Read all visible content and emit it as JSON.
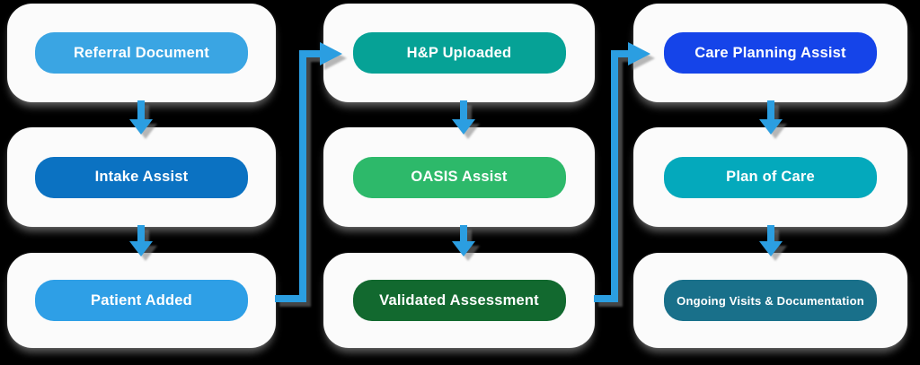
{
  "diagram": {
    "background_color": "#000000",
    "card_color": "#FBFBFB",
    "connector_color": "#2B9EE1",
    "text_color": "#FFFFFF",
    "columns": [
      {
        "steps": [
          {
            "label": "Referral Document",
            "color": "#3AA5E3"
          },
          {
            "label": "Intake Assist",
            "color": "#0B72C2"
          },
          {
            "label": "Patient Added",
            "color": "#2E9FE6"
          }
        ]
      },
      {
        "steps": [
          {
            "label": "H&P Uploaded",
            "color": "#06A296"
          },
          {
            "label": "OASIS Assist",
            "color": "#2DB96A"
          },
          {
            "label": "Validated Assessment",
            "color": "#12692F"
          }
        ]
      },
      {
        "steps": [
          {
            "label": "Care Planning Assist",
            "color": "#1544E9"
          },
          {
            "label": "Plan of Care",
            "color": "#04A9BC"
          },
          {
            "label": "Ongoing Visits & Documentation",
            "color": "#19708A"
          }
        ]
      }
    ]
  }
}
